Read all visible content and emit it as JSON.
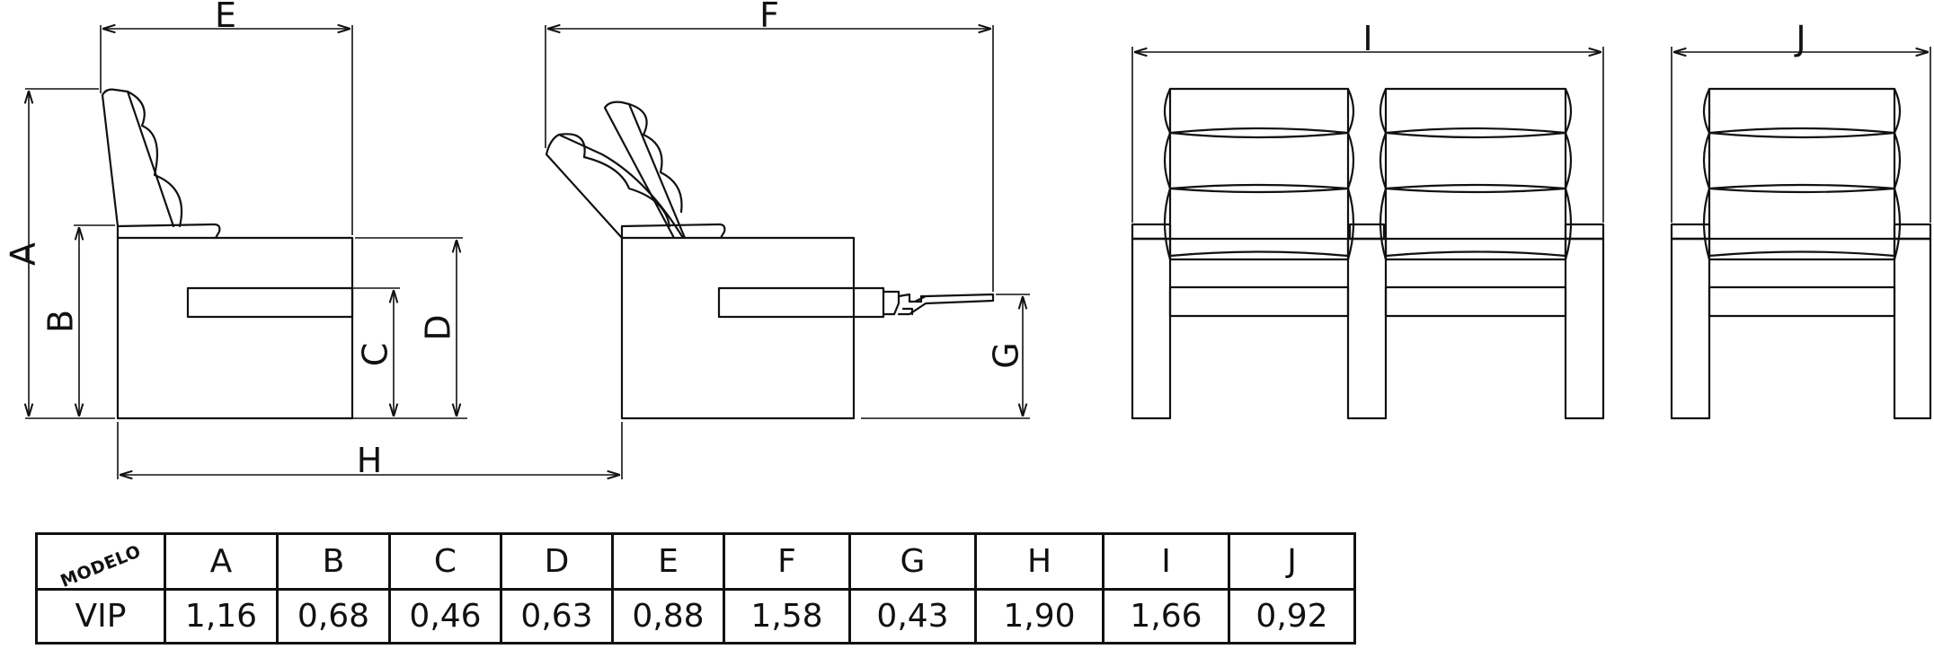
{
  "dimensions": {
    "A": "A",
    "B": "B",
    "C": "C",
    "D": "D",
    "E": "E",
    "F": "F",
    "G": "G",
    "H": "H",
    "I": "I",
    "J": "J"
  },
  "table": {
    "corner_label": "MODELO",
    "headers": [
      "A",
      "B",
      "C",
      "D",
      "E",
      "F",
      "G",
      "H",
      "I",
      "J"
    ],
    "rows": [
      {
        "model": "VIP",
        "values": [
          "1,16",
          "0,68",
          "0,46",
          "0,63",
          "0,88",
          "1,58",
          "0,43",
          "1,90",
          "1,66",
          "0,92"
        ]
      }
    ]
  }
}
